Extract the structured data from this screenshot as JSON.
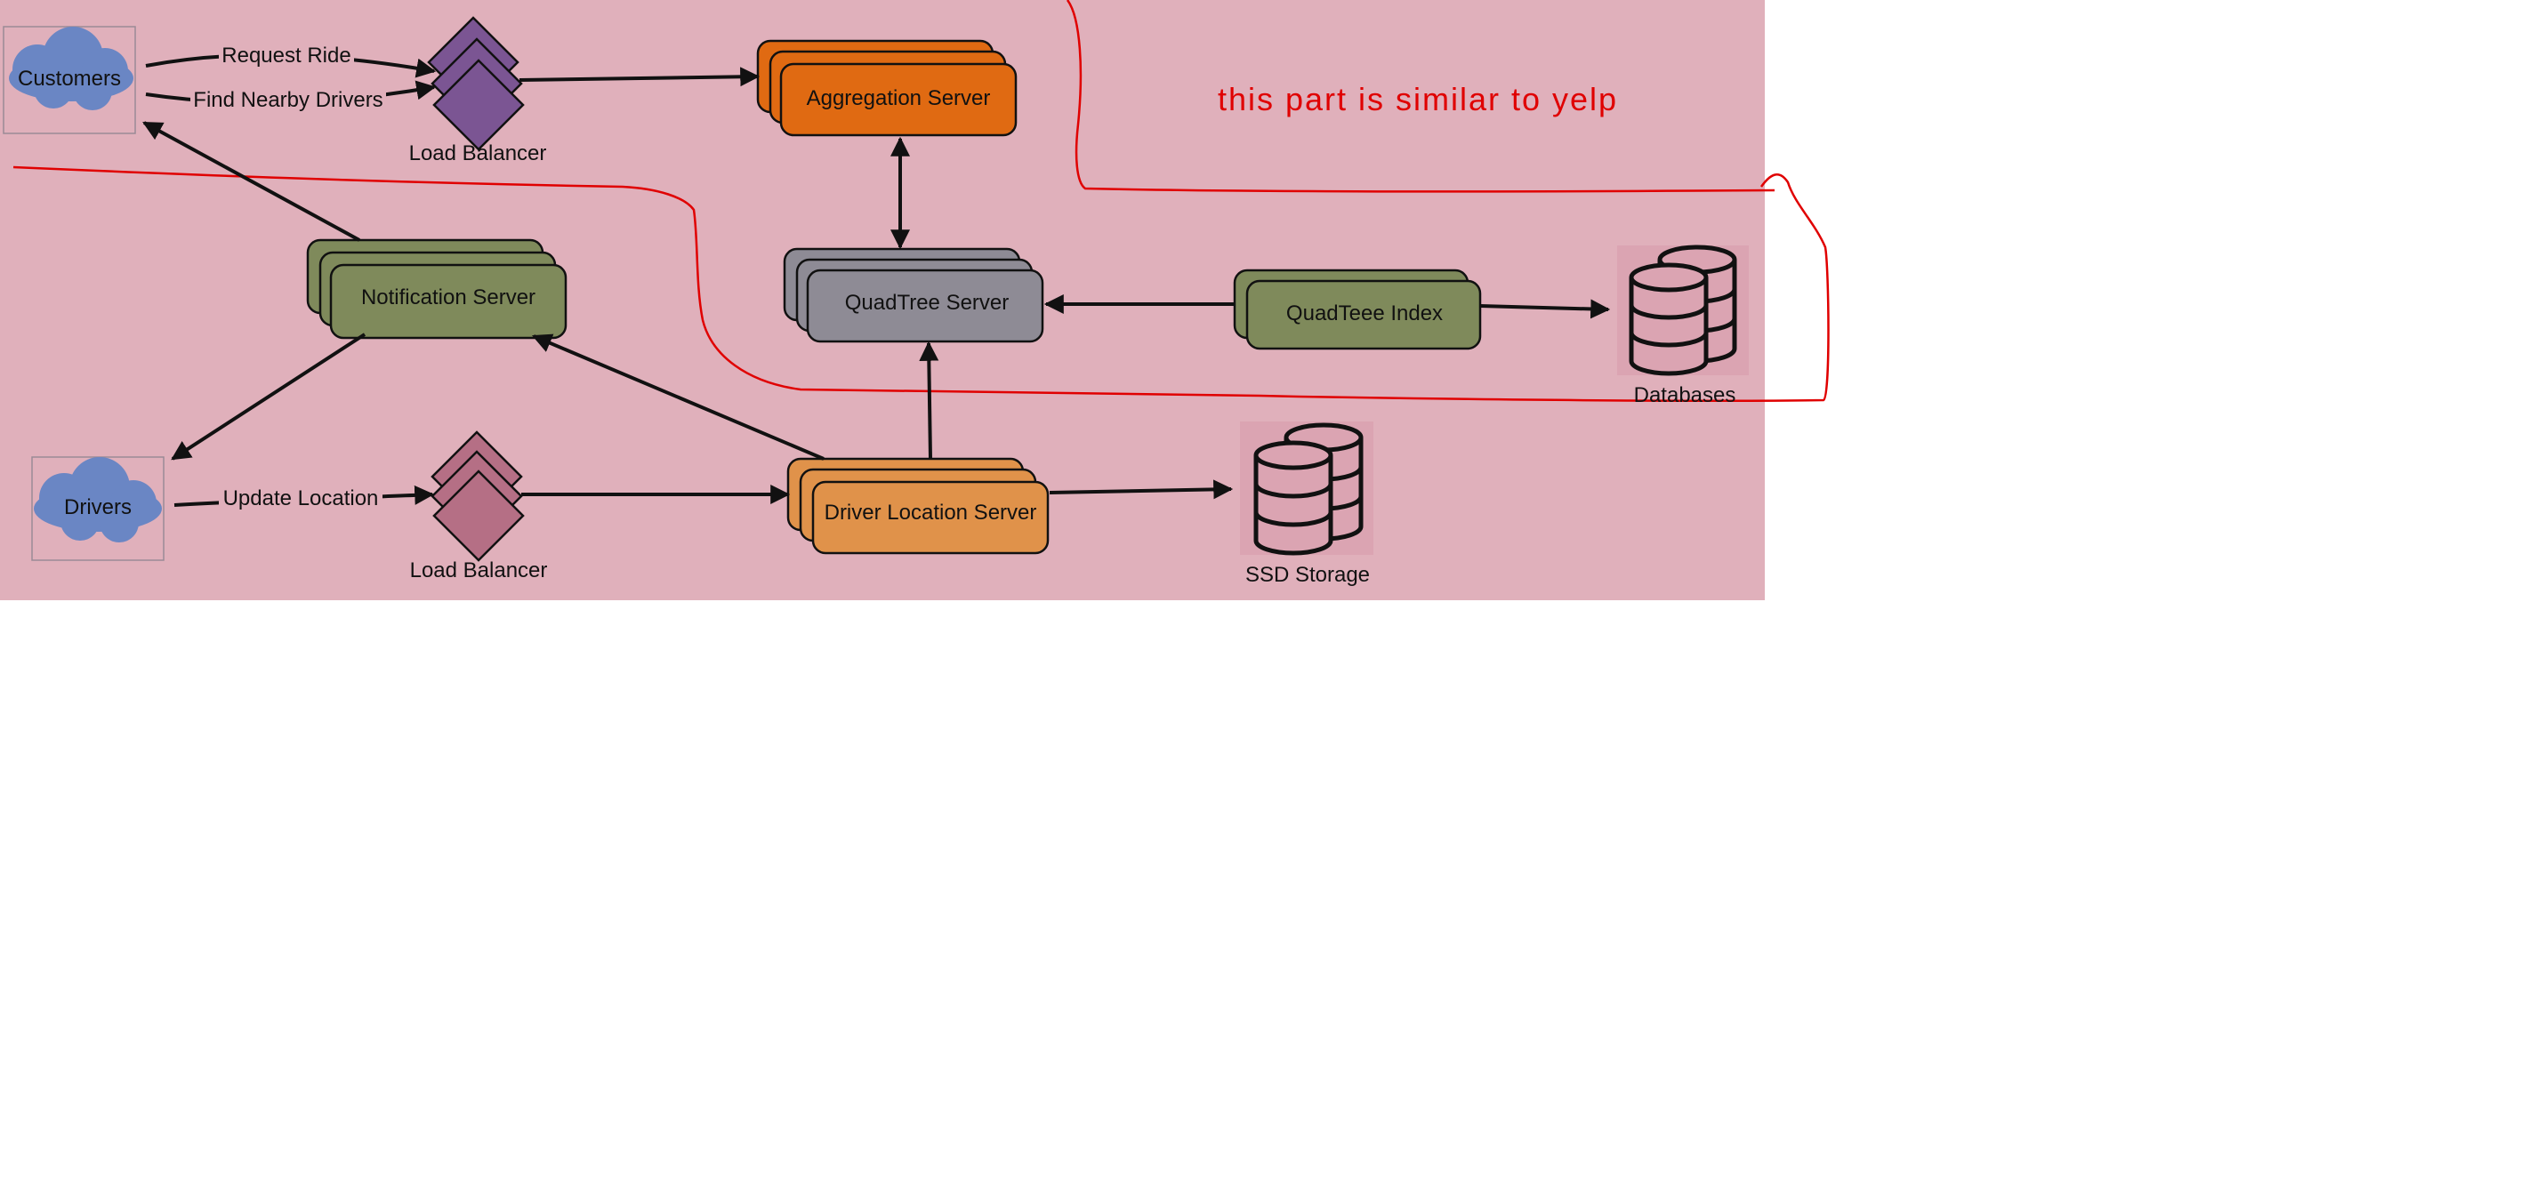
{
  "colors": {
    "background_panel": "#e0b0bb",
    "annotation_red": "#e00000",
    "aggregation": "#e06a12",
    "quadtree": "#8e8b95",
    "green": "#7f8a5b",
    "driver_location": "#e0924a",
    "lb_customers": "#7b5593",
    "lb_drivers": "#b56f85",
    "cloud": "#6a86c4"
  },
  "icons": {
    "cloud": "cloud-icon",
    "load_balancer": "load-balancer-icon",
    "database": "database-icon"
  },
  "nodes": {
    "customers": "Customers",
    "drivers": "Drivers",
    "lb_top": "Load Balancer",
    "lb_bottom": "Load Balancer",
    "aggregation_server": "Aggregation Server",
    "quadtree_server": "QuadTree Server",
    "quadtree_index": "QuadTeee Index",
    "notification_server": "Notification Server",
    "driver_location_server": "Driver Location Server",
    "databases": "Databases",
    "ssd_storage": "SSD Storage"
  },
  "edges": {
    "request_ride": "Request Ride",
    "find_nearby_drivers": "Find Nearby Drivers",
    "update_location": "Update Location"
  },
  "annotation": "this part is similar to yelp"
}
